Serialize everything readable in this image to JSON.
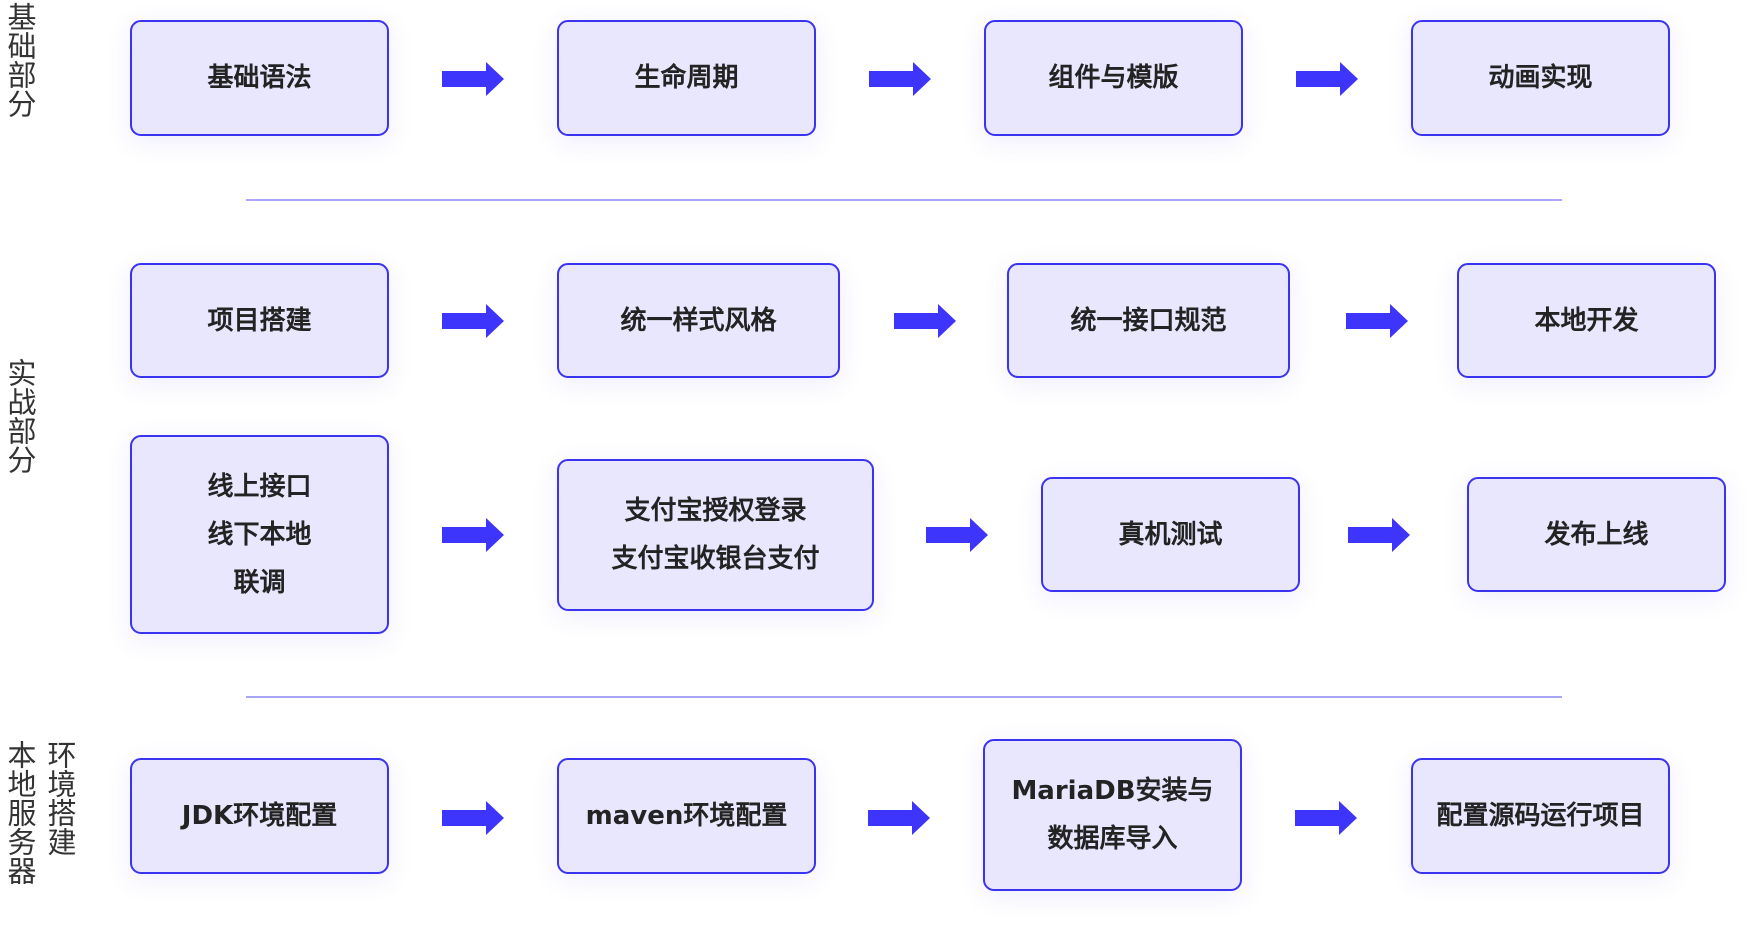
{
  "colors": {
    "node_fill": "#e9e7fd",
    "node_border": "#3b33f2",
    "arrow": "#3d35fb",
    "separator": "#a8a4f8",
    "text": "#232323"
  },
  "sections": [
    {
      "label": "基础部分",
      "rows": [
        {
          "nodes": [
            {
              "lines": [
                "基础语法"
              ]
            },
            {
              "lines": [
                "生命周期"
              ]
            },
            {
              "lines": [
                "组件与模版"
              ]
            },
            {
              "lines": [
                "动画实现"
              ]
            }
          ]
        }
      ]
    },
    {
      "label": "实战部分",
      "rows": [
        {
          "nodes": [
            {
              "lines": [
                "项目搭建"
              ]
            },
            {
              "lines": [
                "统一样式风格"
              ]
            },
            {
              "lines": [
                "统一接口规范"
              ]
            },
            {
              "lines": [
                "本地开发"
              ]
            }
          ]
        },
        {
          "nodes": [
            {
              "lines": [
                "线上接口",
                "线下本地",
                "联调"
              ]
            },
            {
              "lines": [
                "支付宝授权登录",
                "支付宝收银台支付"
              ]
            },
            {
              "lines": [
                "真机测试"
              ]
            },
            {
              "lines": [
                "发布上线"
              ]
            }
          ]
        }
      ]
    },
    {
      "label": "本地服务器环境搭建",
      "label_columns": [
        "本地服务器",
        "环境搭建"
      ],
      "rows": [
        {
          "nodes": [
            {
              "lines": [
                "JDK环境配置"
              ]
            },
            {
              "lines": [
                "maven环境配置"
              ]
            },
            {
              "lines": [
                "MariaDB安装与",
                "数据库导入"
              ]
            },
            {
              "lines": [
                "配置源码运行项目"
              ]
            }
          ]
        }
      ]
    }
  ]
}
